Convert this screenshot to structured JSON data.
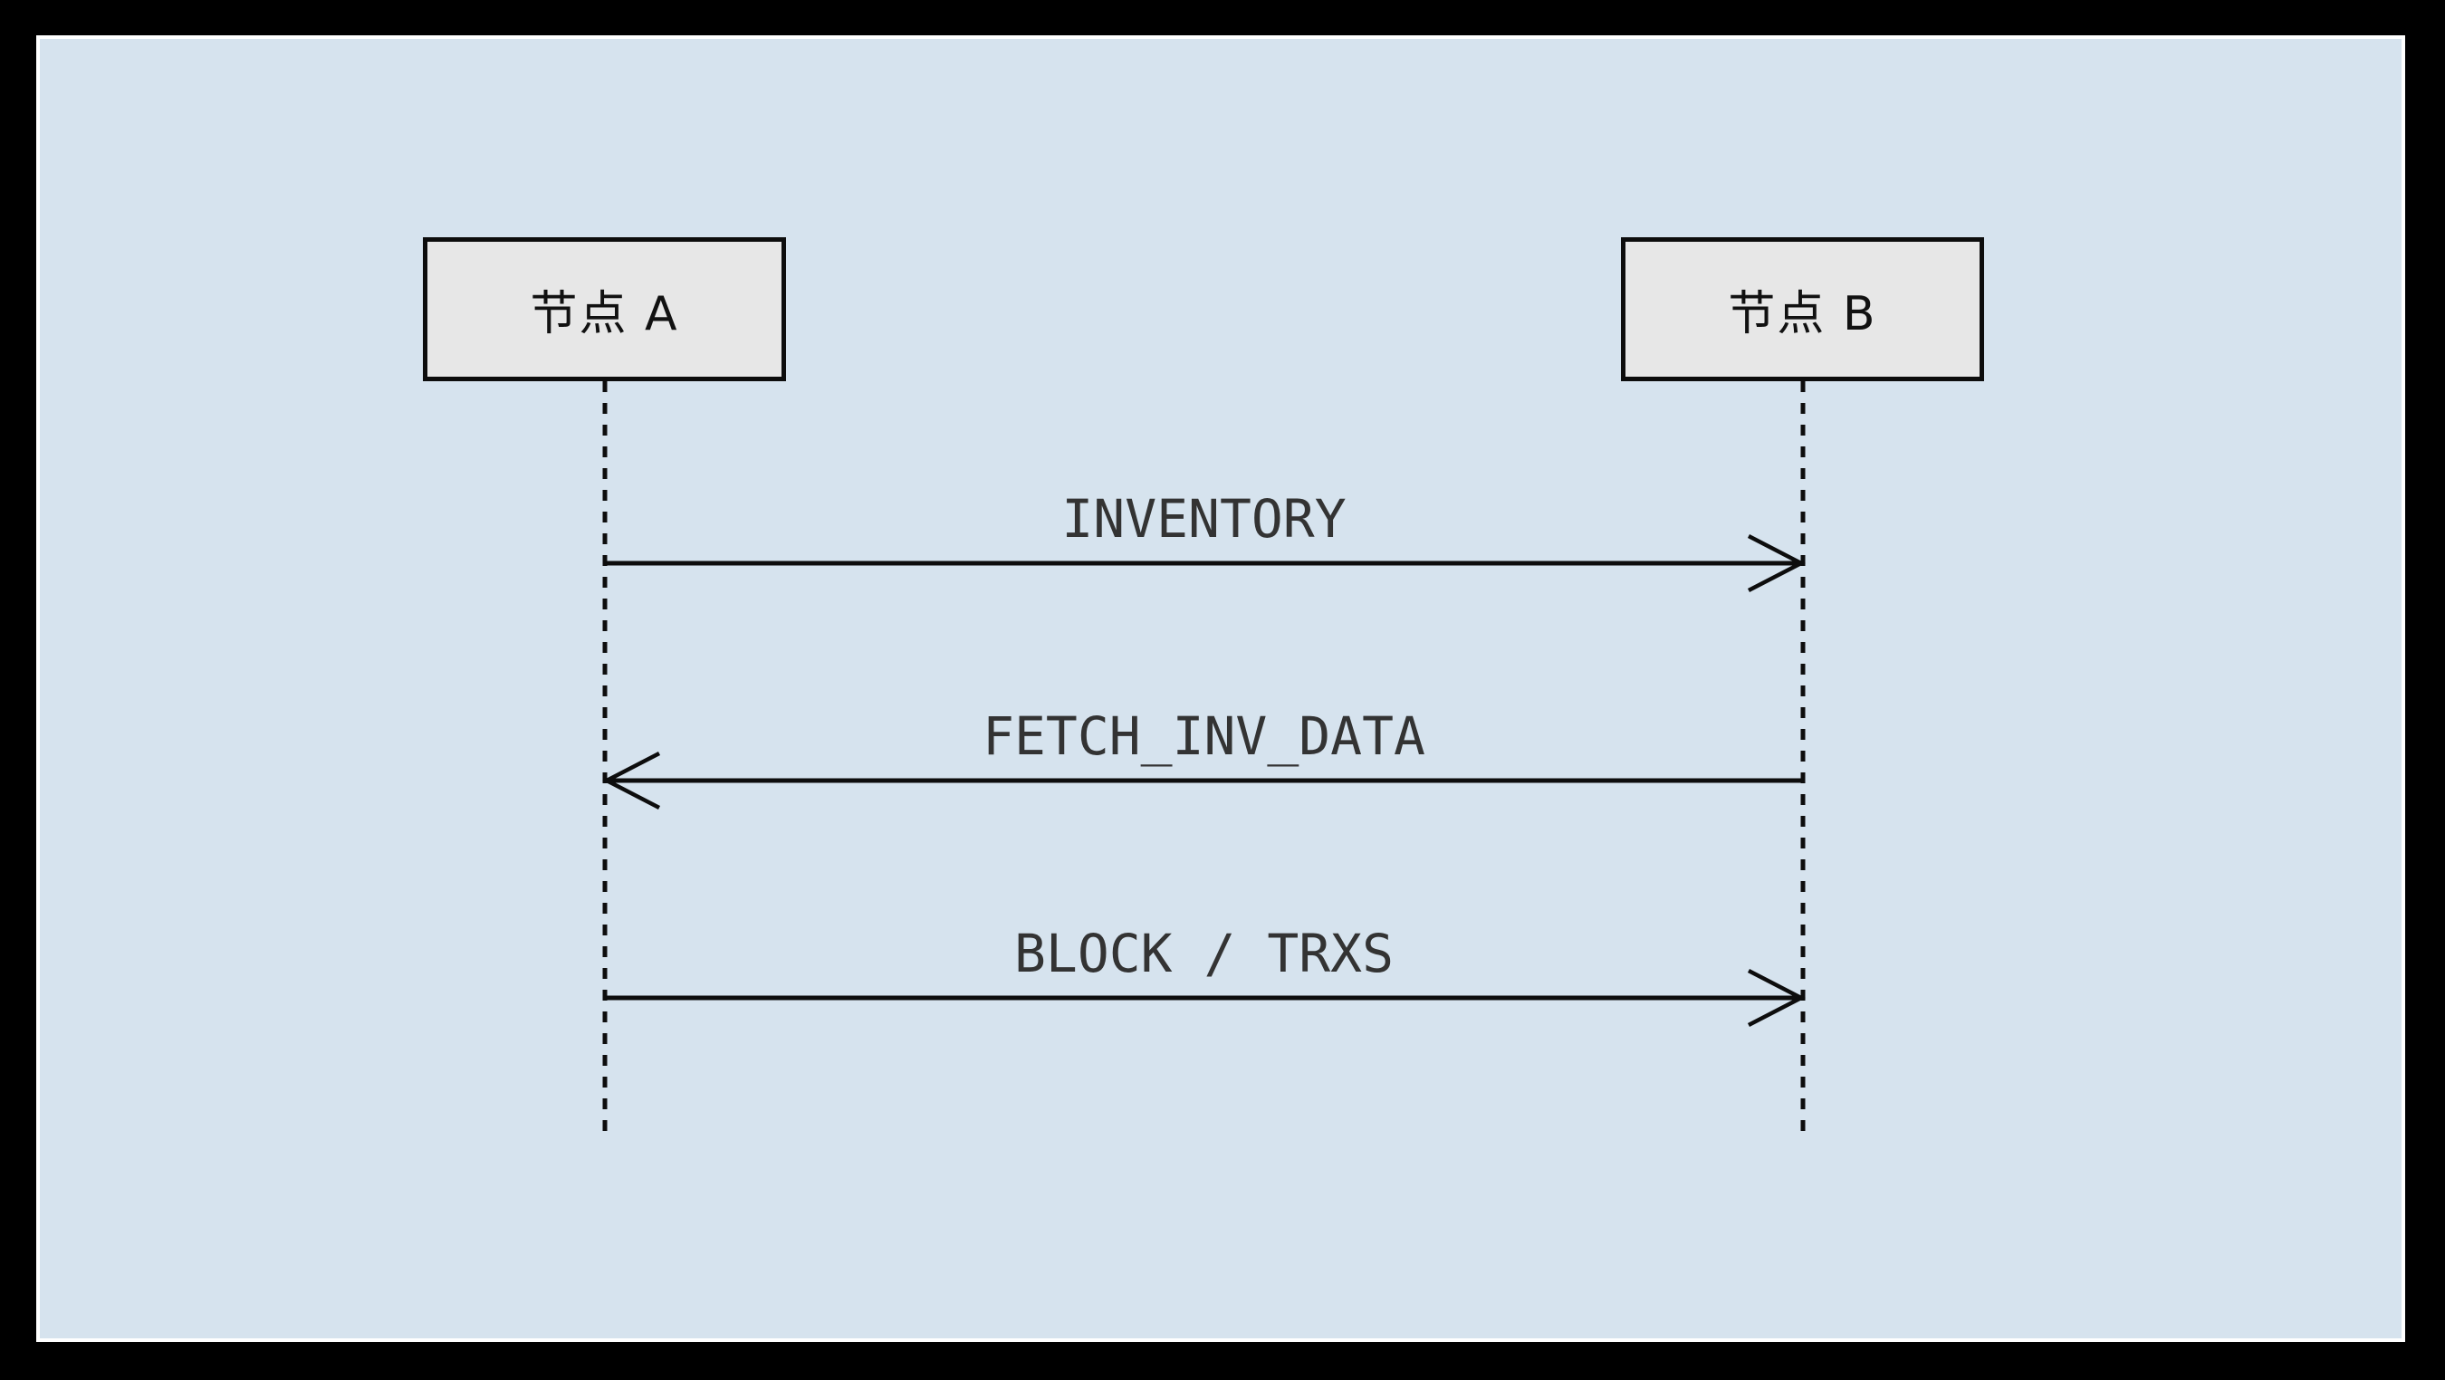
{
  "diagram": {
    "type": "sequence-diagram",
    "actors": [
      {
        "id": "node-a",
        "label": "节点 A"
      },
      {
        "id": "node-b",
        "label": "节点 B"
      }
    ],
    "messages": [
      {
        "from": "节点 A",
        "to": "节点 B",
        "direction": "right",
        "label": "INVENTORY"
      },
      {
        "from": "节点 B",
        "to": "节点 A",
        "direction": "left",
        "label": "FETCH_INV_DATA"
      },
      {
        "from": "节点 A",
        "to": "节点 B",
        "direction": "right",
        "label": "BLOCK / TRXS"
      }
    ],
    "colors": {
      "outer_frame": "#000000",
      "canvas_background": "#d6e3ee",
      "canvas_rim": "#ffffff",
      "actor_fill": "#e7e7e7",
      "line_stroke": "#0d0d0d",
      "message_text": "#333333"
    }
  }
}
